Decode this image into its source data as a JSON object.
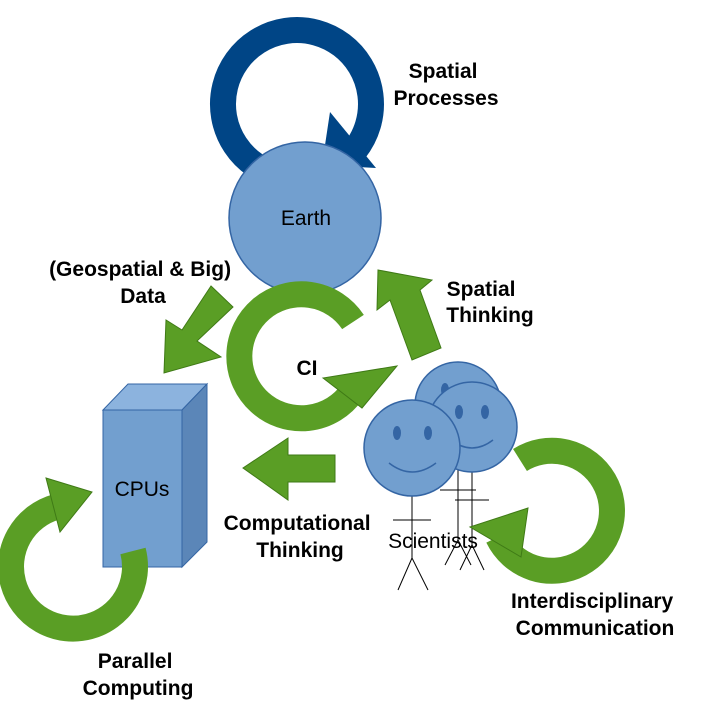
{
  "nodes": {
    "earth": "Earth",
    "ci": "CI",
    "cpus": "CPUs",
    "scientists": "Scientists"
  },
  "labels": {
    "spatial_processes": [
      "Spatial",
      "Processes"
    ],
    "data": [
      "(Geospatial & Big)",
      "Data"
    ],
    "spatial_thinking": [
      "Spatial",
      "Thinking"
    ],
    "computational_thinking": [
      "Computational",
      "Thinking"
    ],
    "interdisciplinary_communication": [
      "Interdisciplinary",
      "Communication"
    ],
    "parallel_computing": [
      "Parallel",
      "Computing"
    ]
  },
  "colors": {
    "green_arrow": "#5a9e25",
    "green_outline": "#3f7a16",
    "dark_blue_cycle": "#004586",
    "node_fill": "#729fcf",
    "node_outline": "#3465a4",
    "cpu_top": "#8cb3de",
    "cpu_side": "#5b86b8",
    "face_features": "#3465a4",
    "stick_figure": "#000000"
  }
}
